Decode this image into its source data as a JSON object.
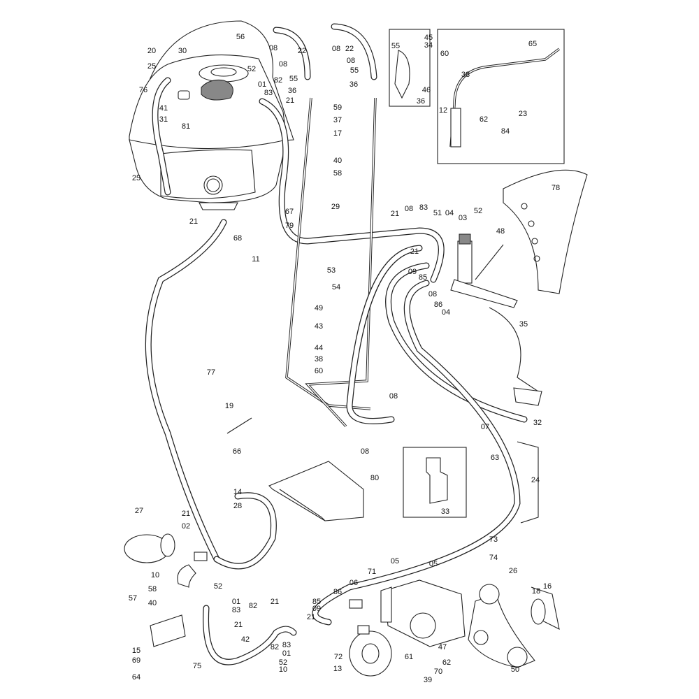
{
  "diagram": {
    "title": "Spray system exploded parts diagram",
    "labels": [
      "56",
      "20",
      "30",
      "25",
      "52",
      "82",
      "76",
      "01",
      "83",
      "21",
      "41",
      "31",
      "81",
      "25",
      "21",
      "68",
      "67",
      "79",
      "08",
      "22",
      "08",
      "55",
      "36",
      "08",
      "22",
      "08",
      "55",
      "36",
      "59",
      "37",
      "17",
      "40",
      "58",
      "29",
      "11",
      "45",
      "34",
      "55",
      "46",
      "36",
      "60",
      "65",
      "38",
      "12",
      "23",
      "62",
      "84",
      "78",
      "21",
      "08",
      "83",
      "51",
      "04",
      "03",
      "52",
      "48",
      "21",
      "09",
      "85",
      "08",
      "86",
      "04",
      "35",
      "32",
      "07",
      "08",
      "08",
      "53",
      "54",
      "49",
      "43",
      "44",
      "38",
      "60",
      "77",
      "19",
      "66",
      "80",
      "14",
      "28",
      "33",
      "63",
      "24",
      "27",
      "21",
      "02",
      "10",
      "52",
      "01",
      "83",
      "82",
      "58",
      "40",
      "57",
      "21",
      "15",
      "69",
      "75",
      "64",
      "42",
      "21",
      "82",
      "83",
      "01",
      "52",
      "10",
      "85",
      "09",
      "86",
      "06",
      "21",
      "71",
      "05",
      "05",
      "72",
      "61",
      "13",
      "62",
      "70",
      "39",
      "73",
      "74",
      "26",
      "16",
      "18",
      "47",
      "50"
    ]
  }
}
